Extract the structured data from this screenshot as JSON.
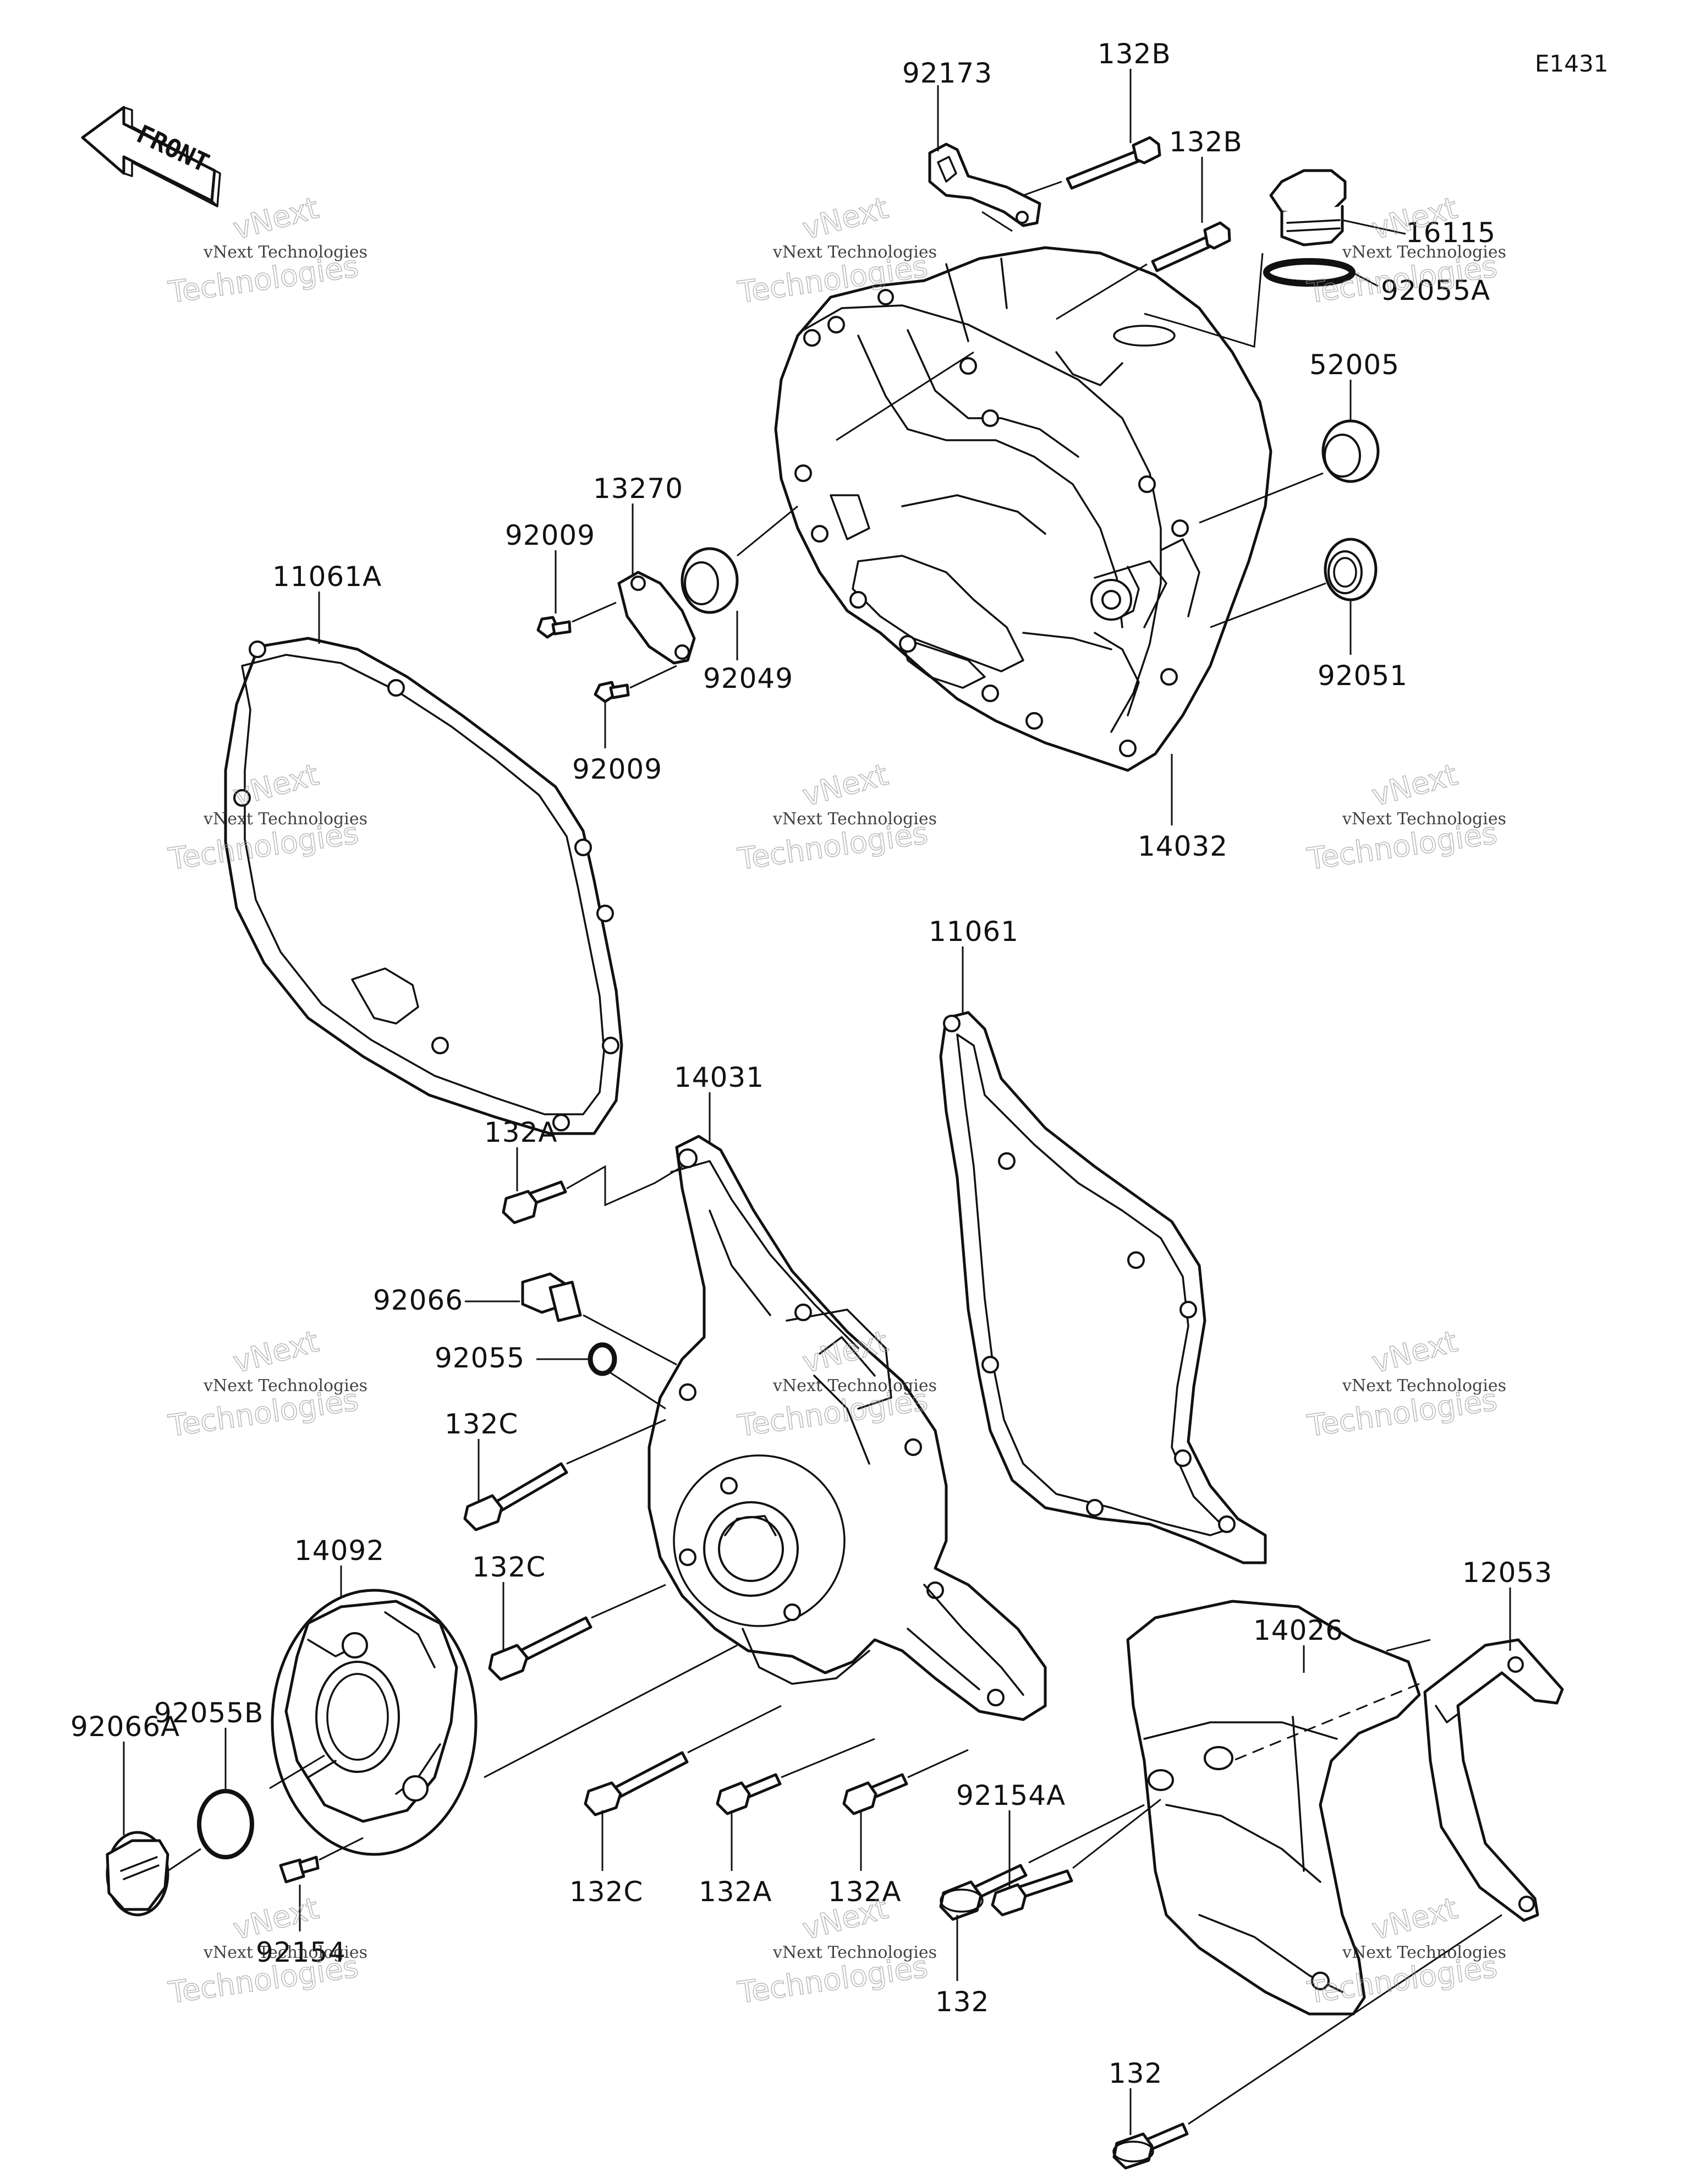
{
  "diagram_code": "E1431",
  "front_label": "FRONT",
  "watermark": {
    "line1": "vNext Technologies",
    "line2": "Technologies",
    "mark": "vNext"
  },
  "parts": {
    "p92173": "92173",
    "p132B_1": "132B",
    "p132B_2": "132B",
    "p16115": "16115",
    "p92055A": "92055A",
    "p52005": "52005",
    "p92051": "92051",
    "p14032": "14032",
    "p92049": "92049",
    "p13270": "13270",
    "p92009_1": "92009",
    "p92009_2": "92009",
    "p11061A": "11061A",
    "p11061": "11061",
    "p14031": "14031",
    "p132A_1": "132A",
    "p92066": "92066",
    "p92055": "92055",
    "p132C_1": "132C",
    "p132C_2": "132C",
    "p14092": "14092",
    "p92055B": "92055B",
    "p92066A": "92066A",
    "p92154": "92154",
    "p132C_3": "132C",
    "p132A_2": "132A",
    "p132A_3": "132A",
    "p92154A": "92154A",
    "p14026": "14026",
    "p12053": "12053",
    "p132_1": "132",
    "p132_2": "132"
  }
}
